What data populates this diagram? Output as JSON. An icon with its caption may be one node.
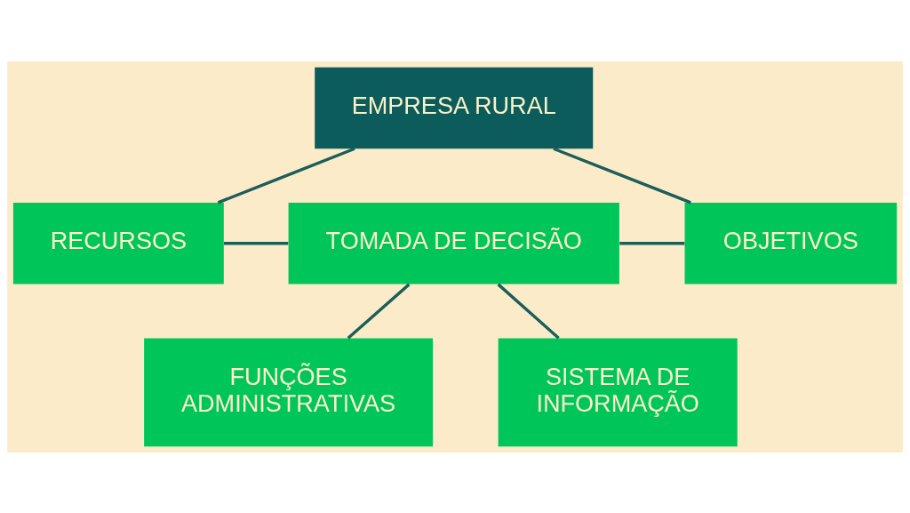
{
  "diagram": {
    "nodes": [
      {
        "text": [
          "EMPRESA RURAL"
        ]
      },
      {
        "text": [
          "RECURSOS"
        ]
      },
      {
        "text": [
          "TOMADA DE DECISÃO"
        ]
      },
      {
        "text": [
          "OBJETIVOS"
        ]
      },
      {
        "text": [
          "FUNÇÕES ADMINISTRATIVAS"
        ]
      },
      {
        "text": [
          "SISTEMA DE INFORMAÇÃO"
        ]
      }
    ],
    "edges": [
      {
        "from": 0,
        "to": 1,
        "arrow": "none"
      },
      {
        "from": 0,
        "to": 3,
        "arrow": "none"
      },
      {
        "from": 1,
        "to": 2,
        "arrow": "none"
      },
      {
        "from": 2,
        "to": 3,
        "arrow": "none"
      },
      {
        "from": 2,
        "to": 4,
        "arrow": "none"
      },
      {
        "from": 2,
        "to": 5,
        "arrow": "none"
      }
    ]
  }
}
